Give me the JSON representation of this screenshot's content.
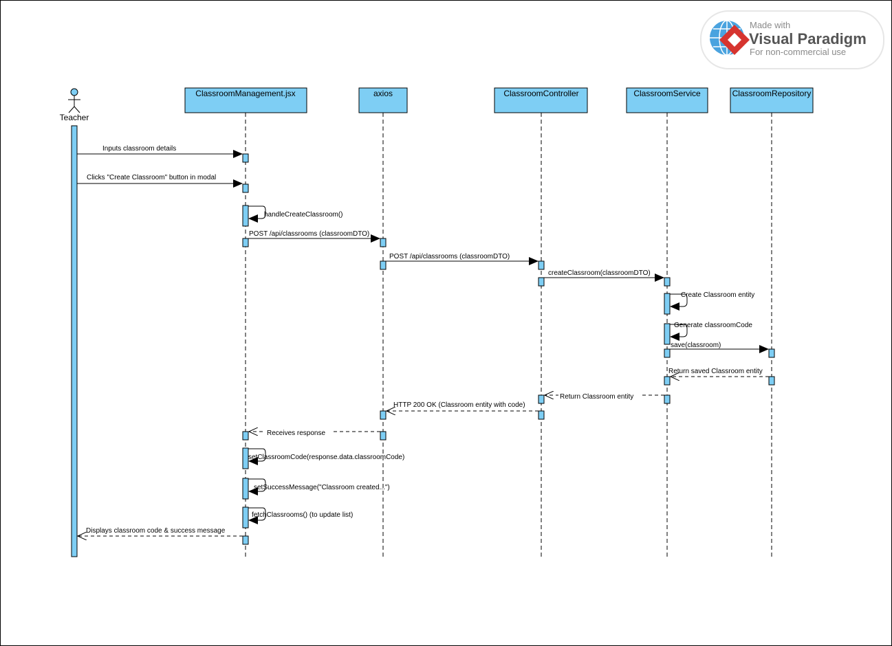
{
  "watermark": {
    "line1": "Made with",
    "line2": "Visual Paradigm",
    "line3": "For non-commercial use"
  },
  "actor": {
    "name": "Teacher"
  },
  "lifelines": [
    {
      "name": "ClassroomManagement.jsx"
    },
    {
      "name": "axios"
    },
    {
      "name": "ClassroomController"
    },
    {
      "name": "ClassroomService"
    },
    {
      "name": "ClassroomRepository"
    }
  ],
  "messages": [
    {
      "label": "Inputs classroom details",
      "kind": "sync"
    },
    {
      "label": "Clicks \"Create Classroom\" button in modal",
      "kind": "sync"
    },
    {
      "label": "handleCreateClassroom()",
      "kind": "self"
    },
    {
      "label": "POST /api/classrooms (classroomDTO)",
      "kind": "sync"
    },
    {
      "label": "POST /api/classrooms (classroomDTO)",
      "kind": "sync"
    },
    {
      "label": "createClassroom(classroomDTO)",
      "kind": "sync"
    },
    {
      "label": "Create Classroom entity",
      "kind": "self"
    },
    {
      "label": "Generate classroomCode",
      "kind": "self"
    },
    {
      "label": "save(classroom)",
      "kind": "sync"
    },
    {
      "label": "Return saved Classroom entity",
      "kind": "return"
    },
    {
      "label": "Return Classroom entity",
      "kind": "return"
    },
    {
      "label": "HTTP 200 OK (Classroom entity with code)",
      "kind": "return"
    },
    {
      "label": "Receives response",
      "kind": "return"
    },
    {
      "label": "setClassroomCode(response.data.classroomCode)",
      "kind": "self"
    },
    {
      "label": "setSuccessMessage(\"Classroom created...\")",
      "kind": "self"
    },
    {
      "label": "fetchClassrooms() (to update list)",
      "kind": "self"
    },
    {
      "label": "Displays classroom code & success message",
      "kind": "return"
    }
  ],
  "colors": {
    "box_fill": "#7ecef4",
    "line": "#000000",
    "watermark_red": "#d6342f",
    "watermark_blue": "#2a8fd6"
  }
}
